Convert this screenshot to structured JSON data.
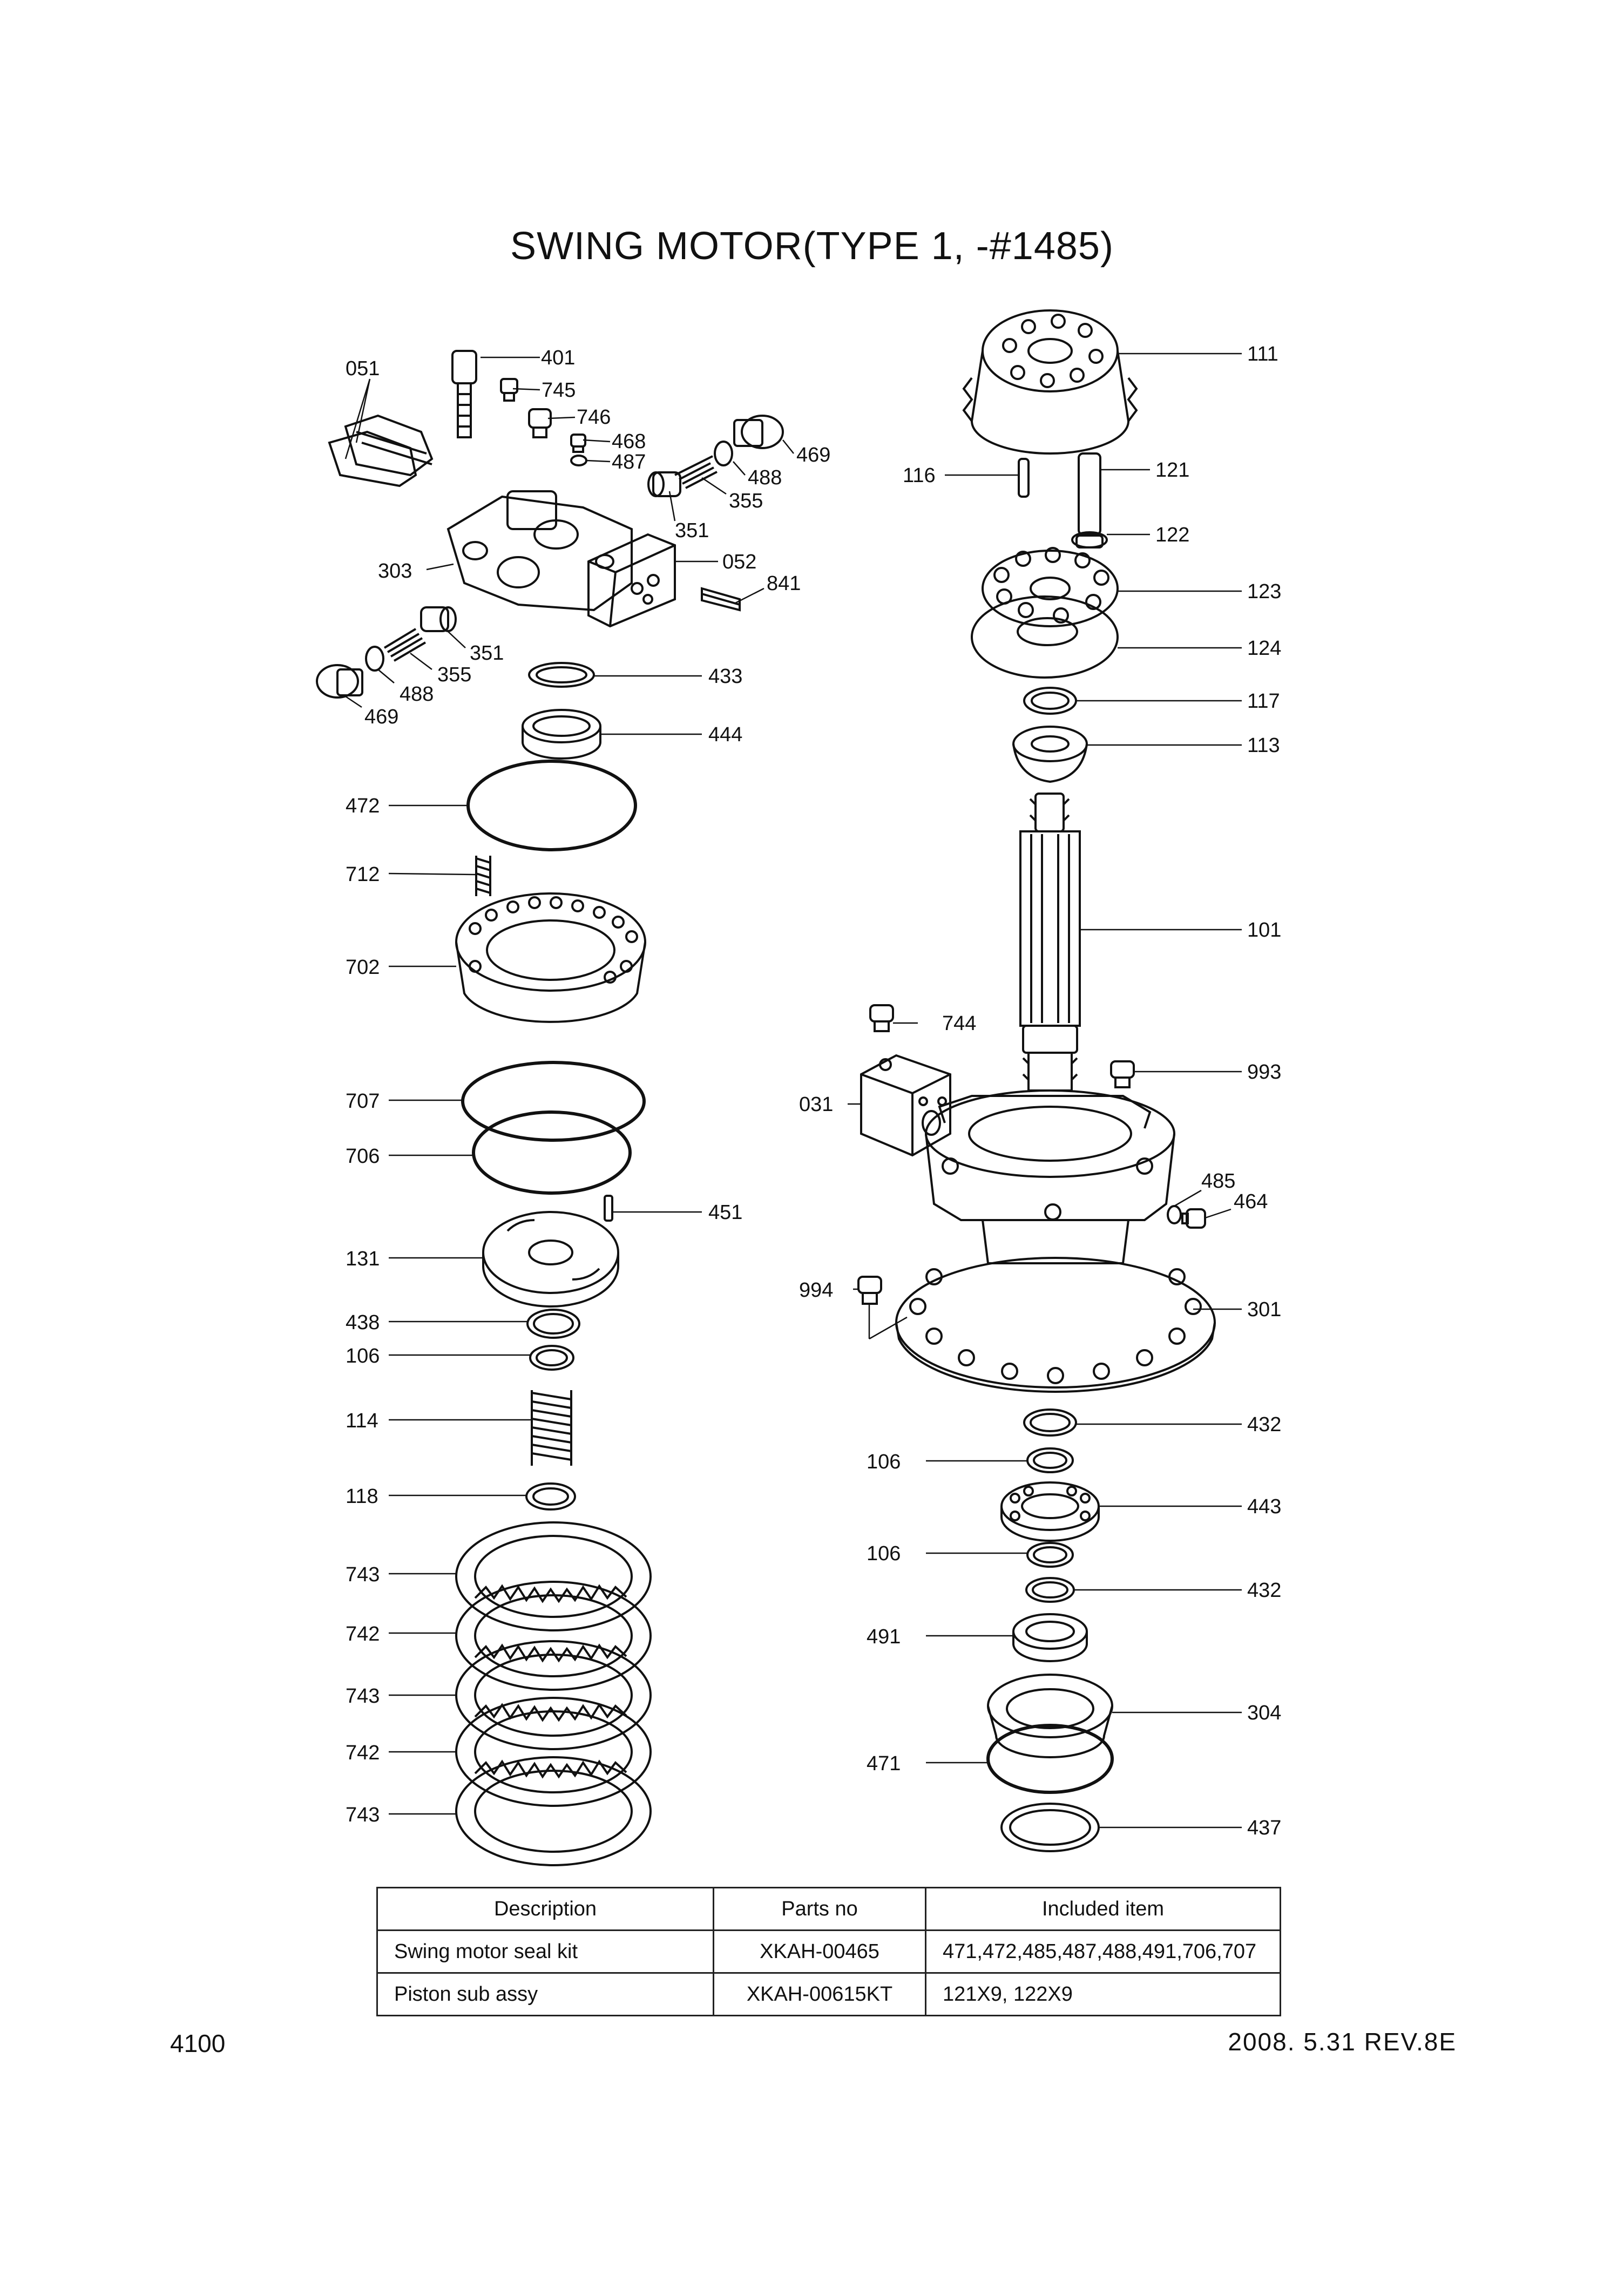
{
  "title": "SWING MOTOR(TYPE 1, -#1485)",
  "page_number": "4100",
  "revision": "2008. 5.31  REV.8E",
  "diagram": {
    "labels": {
      "l051": "051",
      "l401": "401",
      "l745": "745",
      "l746": "746",
      "l468": "468",
      "l487": "487",
      "l469a": "469",
      "l488a": "488",
      "l355a": "355",
      "l351a": "351",
      "l303": "303",
      "l052": "052",
      "l841": "841",
      "l351b": "351",
      "l355b": "355",
      "l488b": "488",
      "l469b": "469",
      "l433": "433",
      "l444": "444",
      "l472": "472",
      "l712": "712",
      "l702": "702",
      "l707": "707",
      "l706": "706",
      "l451": "451",
      "l131": "131",
      "l438": "438",
      "l106a": "106",
      "l114": "114",
      "l118": "118",
      "l743a": "743",
      "l742a": "742",
      "l743b": "743",
      "l742b": "742",
      "l743c": "743",
      "l111": "111",
      "l116": "116",
      "l121": "121",
      "l122": "122",
      "l123": "123",
      "l124": "124",
      "l117": "117",
      "l113": "113",
      "l101": "101",
      "l744": "744",
      "l993": "993",
      "l031": "031",
      "l485": "485",
      "l464": "464",
      "l994": "994",
      "l301": "301",
      "l432a": "432",
      "l106b": "106",
      "l443": "443",
      "l106c": "106",
      "l432b": "432",
      "l491": "491",
      "l304": "304",
      "l471": "471",
      "l437": "437"
    }
  },
  "table": {
    "headers": [
      "Description",
      "Parts no",
      "Included item"
    ],
    "rows": [
      {
        "description": "Swing motor seal kit",
        "parts_no": "XKAH-00465",
        "included": "471,472,485,487,488,491,706,707"
      },
      {
        "description": "Piston sub assy",
        "parts_no": "XKAH-00615KT",
        "included": "121X9, 122X9"
      }
    ]
  }
}
